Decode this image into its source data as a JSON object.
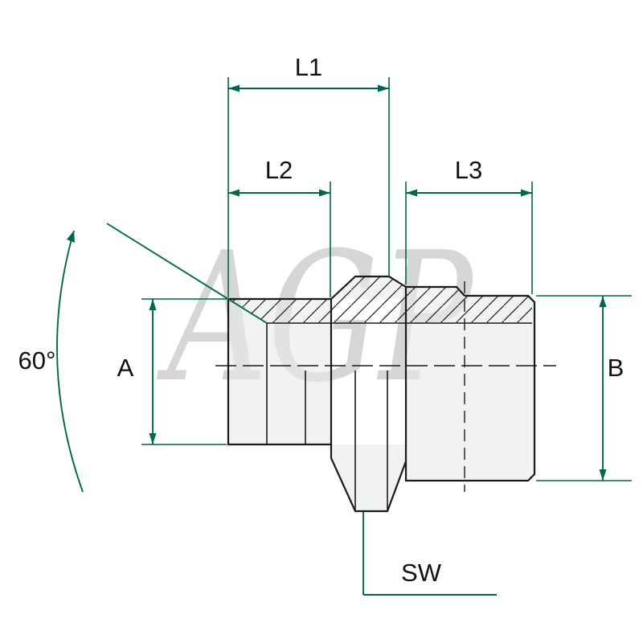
{
  "diagram": {
    "kind": "technical-drawing-hydraulic-adapter",
    "watermark": "AGP",
    "labels": {
      "l1": "L1",
      "l2": "L2",
      "l3": "L3",
      "a": "A",
      "b": "B",
      "sw": "SW",
      "angle": "60°"
    },
    "colors": {
      "dimension_line": "#00664F",
      "part_outline": "#1A1A1A",
      "part_fill": "#E7ECE6",
      "watermark": "#D6D6D6",
      "label_text": "#111111",
      "background": "#FFFFFF"
    }
  }
}
